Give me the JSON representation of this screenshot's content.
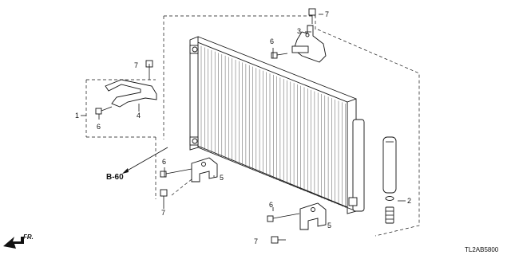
{
  "diagram": {
    "callouts": {
      "c1": "1",
      "c2": "2",
      "c3": "3",
      "c4": "4",
      "c5a": "5",
      "c5b": "5",
      "c6a": "6",
      "c6b": "6",
      "c6c": "6",
      "c6d": "6",
      "c7a": "7",
      "c7b": "7",
      "c7c": "7",
      "c7d": "7"
    },
    "reference_label": "B-60",
    "direction_label": "FR.",
    "diagram_code": "TL2AB5800"
  }
}
